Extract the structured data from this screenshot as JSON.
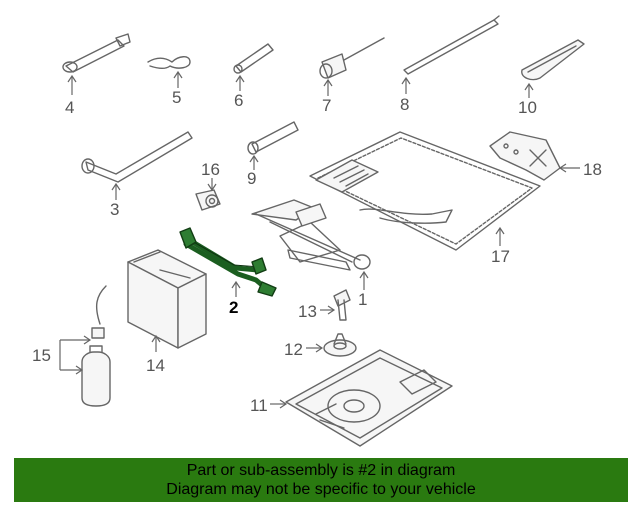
{
  "callouts": {
    "c1": "1",
    "c2": "2",
    "c3": "3",
    "c4": "4",
    "c5": "5",
    "c6": "6",
    "c7": "7",
    "c8": "8",
    "c9": "9",
    "c10": "10",
    "c11": "11",
    "c12": "12",
    "c13": "13",
    "c14": "14",
    "c15": "15",
    "c16": "16",
    "c17": "17",
    "c18": "18"
  },
  "highlight": {
    "part_number": "2",
    "color": "#2e7d32"
  },
  "banner": {
    "line1": "Part or sub-assembly is #2 in diagram",
    "line2": "Diagram may not be specific to your vehicle",
    "background": "#2a7a10"
  }
}
